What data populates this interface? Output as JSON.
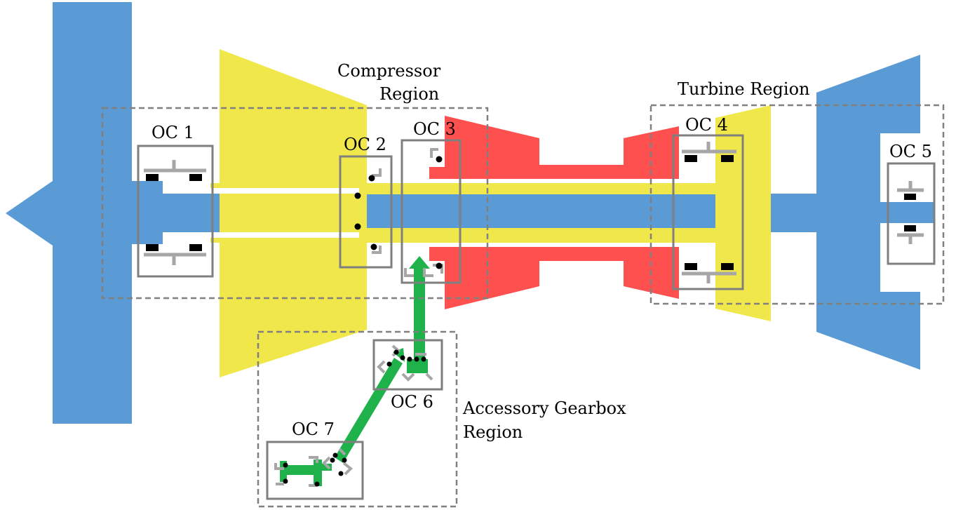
{
  "colors": {
    "shaft": "#5b9bd5",
    "compressor": "#f0e84a",
    "turbine": "#ff5050",
    "gearbox": "#1fb24a",
    "frame": "#808080",
    "bearing": "#a6a6a6"
  },
  "regions": {
    "compressor": {
      "line1": "Compressor",
      "line2": "Region"
    },
    "turbine": {
      "line1": "Turbine Region"
    },
    "gearbox": {
      "line1": "Accessory Gearbox",
      "line2": "Region"
    }
  },
  "oil_chambers": [
    {
      "id": "oc1",
      "label": "OC 1"
    },
    {
      "id": "oc2",
      "label": "OC 2"
    },
    {
      "id": "oc3",
      "label": "OC 3"
    },
    {
      "id": "oc4",
      "label": "OC 4"
    },
    {
      "id": "oc5",
      "label": "OC 5"
    },
    {
      "id": "oc6",
      "label": "OC 6"
    },
    {
      "id": "oc7",
      "label": "OC 7"
    }
  ]
}
